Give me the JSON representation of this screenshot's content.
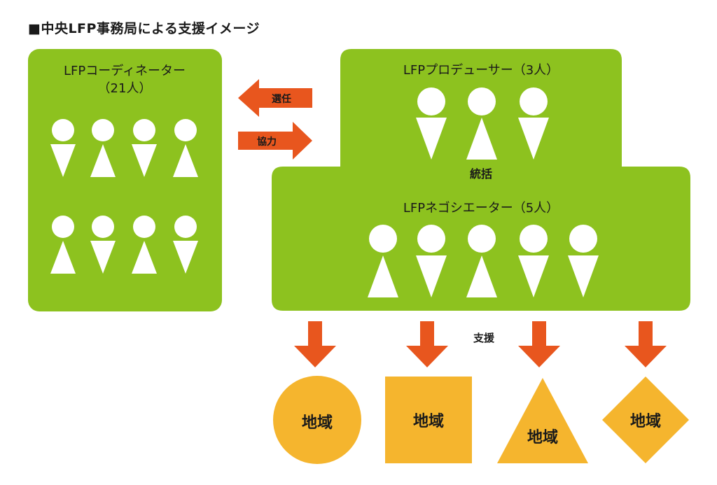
{
  "title": "■中央LFP事務局による支援イメージ",
  "colors": {
    "green": "#8DC21F",
    "orange": "#E8561E",
    "region": "#F5B52E",
    "person": "#FFFFFF",
    "text": "#1A1A1A"
  },
  "coordinators": {
    "label_line1": "LFPコーディネーター",
    "label_line2": "（21人）"
  },
  "producers": {
    "label": "LFPプロデューサー（3人）"
  },
  "negotiators": {
    "label": "LFPネゴシエーター（5人）"
  },
  "relations": {
    "appoint": "選任",
    "cooperate": "協力",
    "integrate": "統括",
    "support": "支援"
  },
  "regions": [
    {
      "shape": "circle",
      "label": "地域"
    },
    {
      "shape": "square",
      "label": "地域"
    },
    {
      "shape": "triangle",
      "label": "地域"
    },
    {
      "shape": "diamond",
      "label": "地域"
    }
  ]
}
